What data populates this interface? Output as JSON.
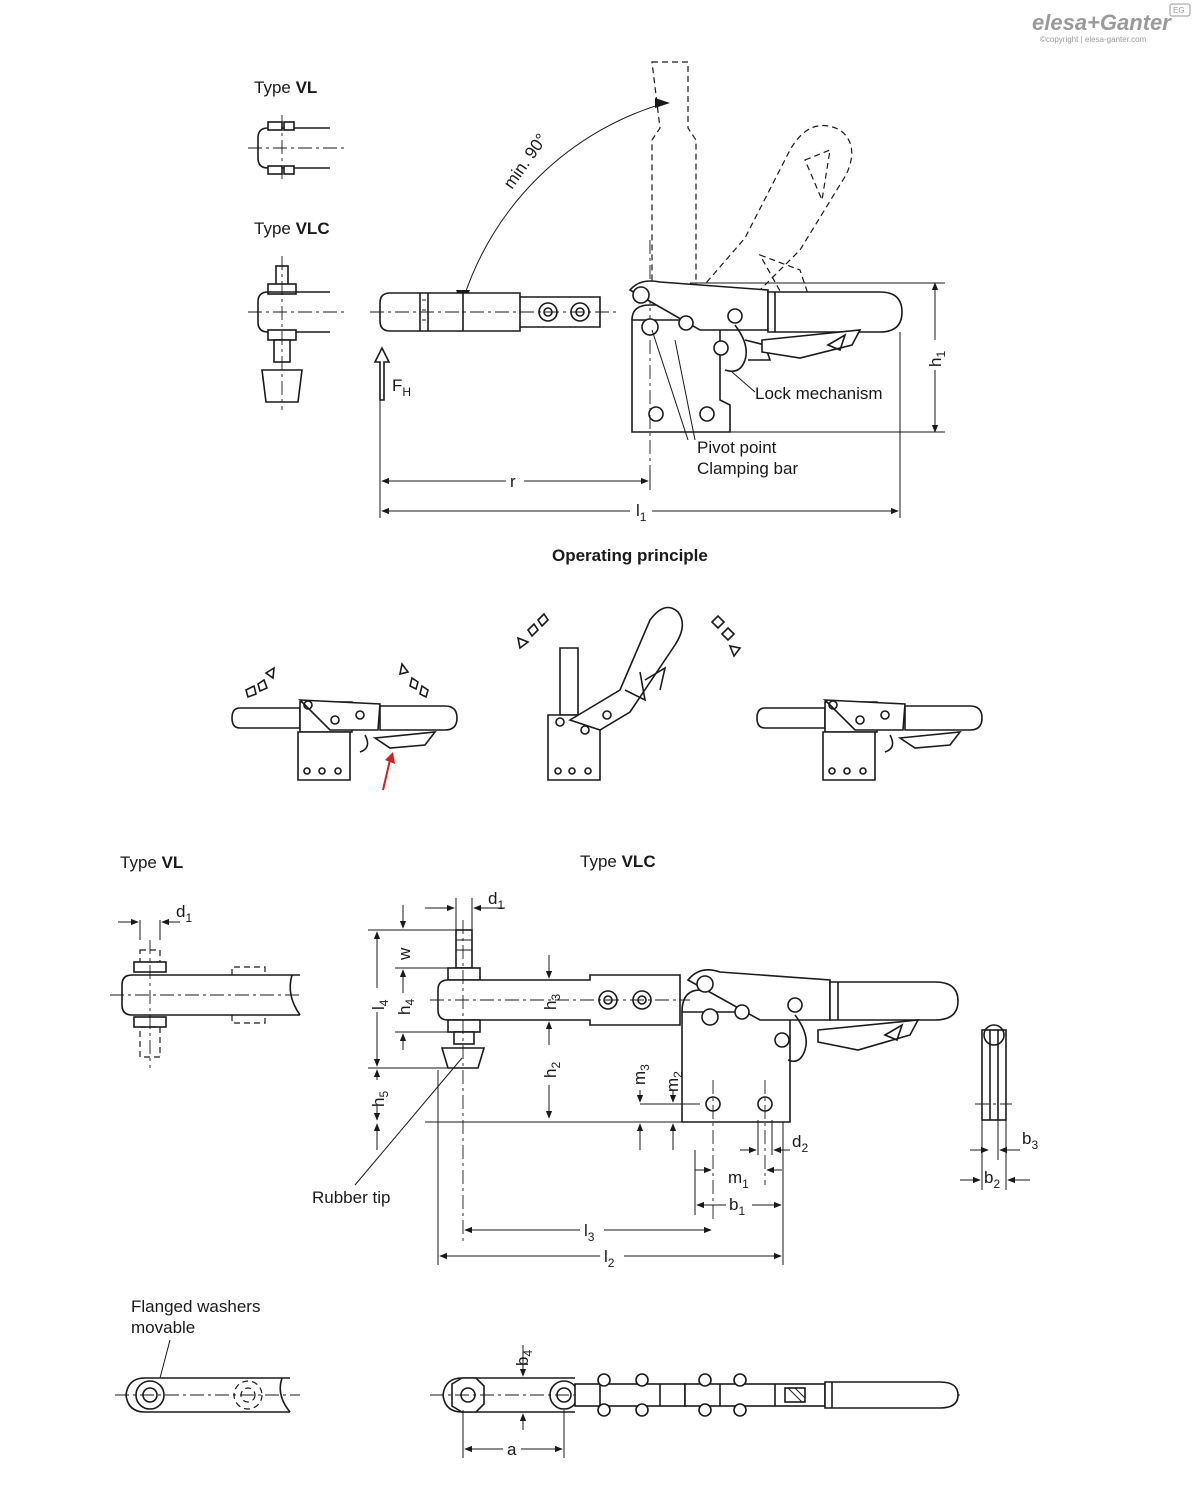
{
  "logo": {
    "brand": "elesa+Ganter",
    "badge": "EG",
    "copyright": "©copyright | elesa-ganter.com"
  },
  "top": {
    "type_vl_prefix": "Type ",
    "type_vl_code": "VL",
    "type_vlc_prefix": "Type ",
    "type_vlc_code": "VLC",
    "angle_label": "min. 90°",
    "force_label": "F",
    "force_sub": "H",
    "lock_label": "Lock mechanism",
    "pivot_label": "Pivot point",
    "clamping_label": "Clamping bar",
    "r_label": "r",
    "l1_main": "l",
    "l1_sub": "1",
    "h1_main": "h",
    "h1_sub": "1"
  },
  "operating": {
    "title": "Operating principle"
  },
  "bottom": {
    "type_vl_prefix": "Type ",
    "type_vl_code": "VL",
    "type_vlc_prefix": "Type ",
    "type_vlc_code": "VLC",
    "rubber_tip": "Rubber tip",
    "flanged_line1": "Flanged washers",
    "flanged_line2": "movable",
    "dims": {
      "d": "d",
      "d1": "1",
      "w": "w",
      "l": "l",
      "l4": "4",
      "h": "h",
      "h4": "4",
      "h3": "3",
      "h2": "2",
      "h5": "5",
      "m": "m",
      "m3": "3",
      "m2": "2",
      "d2": "2",
      "m1": "1",
      "b": "b",
      "b1": "1",
      "l3": "3",
      "l2": "2",
      "b3": "3",
      "b2": "2",
      "b4": "4",
      "a": "a"
    }
  }
}
